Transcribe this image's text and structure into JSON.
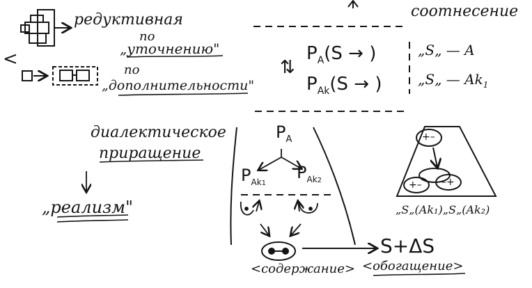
{
  "left": {
    "reductive_label": "редуктивная",
    "po_1": "по",
    "by_refinement": "„уточнению\"",
    "po_2": "по",
    "by_complement": "„дополнительности\"",
    "dialectical_line1": "диалектическое",
    "dialectical_line2": "приращение",
    "realism": "„реализм\"",
    "left_bracket": "<"
  },
  "relation": {
    "title": "соотнесение",
    "pa": "P",
    "pa_sub": "A",
    "pa_args": "(S → )",
    "pak": "P",
    "pak_sub": "Ak",
    "pak_args": "(S → )",
    "arrows": "⇅",
    "map1": "„S„ — A",
    "map2": "„S„ — Ak",
    "map2_sub": "1"
  },
  "tree": {
    "root": "P",
    "root_sub": "A",
    "child1": "P",
    "child1_sub": "Ak",
    "child1_idx": "1",
    "child2": "P",
    "child2_sub": "Ak",
    "child2_idx": "2"
  },
  "triangle": {
    "top_sign": "+–",
    "left_sign": "+–",
    "right_sign": "–+",
    "caption": "„S„(Ak₁)„S„(Ak₂)"
  },
  "bottom": {
    "result": "S+ΔS",
    "content": "<содержание>",
    "enrichment": "<обогащение>"
  }
}
